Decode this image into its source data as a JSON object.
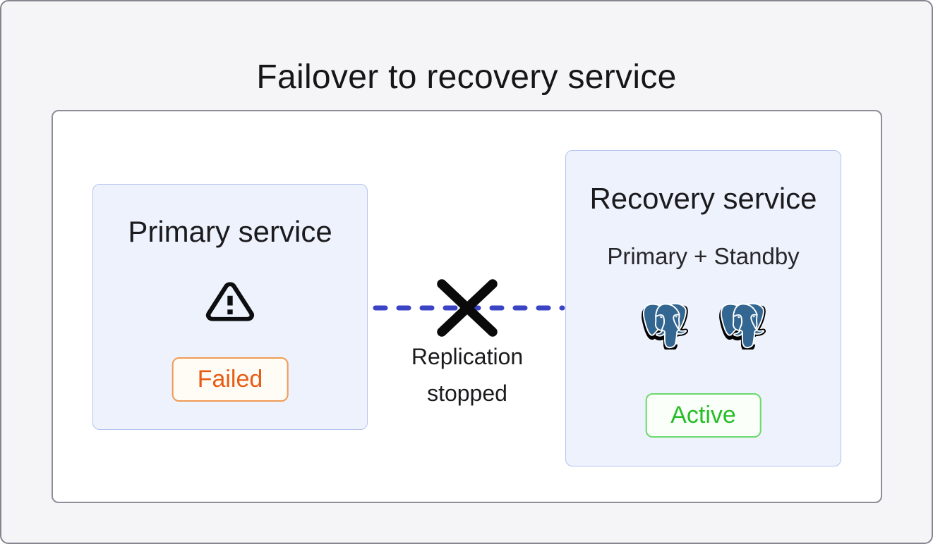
{
  "diagram": {
    "title": "Failover to recovery service"
  },
  "primary_card": {
    "title": "Primary service",
    "status": "Failed",
    "icon": "warning-triangle"
  },
  "connection": {
    "label": "Replication stopped",
    "line_style": "dashed",
    "broken_icon": "x-mark"
  },
  "recovery_card": {
    "title": "Recovery service",
    "subtitle": "Primary + Standby",
    "status": "Active",
    "icons": [
      "postgresql-elephant",
      "postgresql-elephant"
    ]
  },
  "colors": {
    "canvas_background": "#F5F5F7",
    "canvas_border": "#85858F",
    "panel_background": "#FFFFFF",
    "panel_border": "#8E8E98",
    "card_background": "#EEF2FD",
    "card_border": "#B6C3EF",
    "heading_text": "#1B1B1E",
    "replication_line": "#3A44C4",
    "x_mark": "#0A0A0A",
    "failed_text": "#E85B13",
    "failed_border": "#F09B54",
    "failed_background": "#FFFCF6",
    "active_text": "#26BD26",
    "active_border": "#6BD96B",
    "active_background": "#FAFFFA",
    "postgres_blue": "#336791"
  }
}
